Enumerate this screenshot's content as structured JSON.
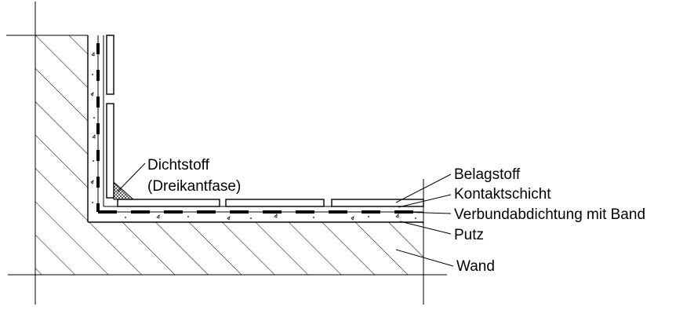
{
  "labels": {
    "sealant_line1": "Dichtstoff",
    "sealant_line2": "(Dreikantfase)",
    "covering": "Belagstoff",
    "contact_layer": "Kontaktschicht",
    "membrane": "Verbundabdichtung mit Band",
    "plaster": "Putz",
    "wall": "Wand"
  },
  "colors": {
    "line": "#000000",
    "background": "#ffffff"
  }
}
